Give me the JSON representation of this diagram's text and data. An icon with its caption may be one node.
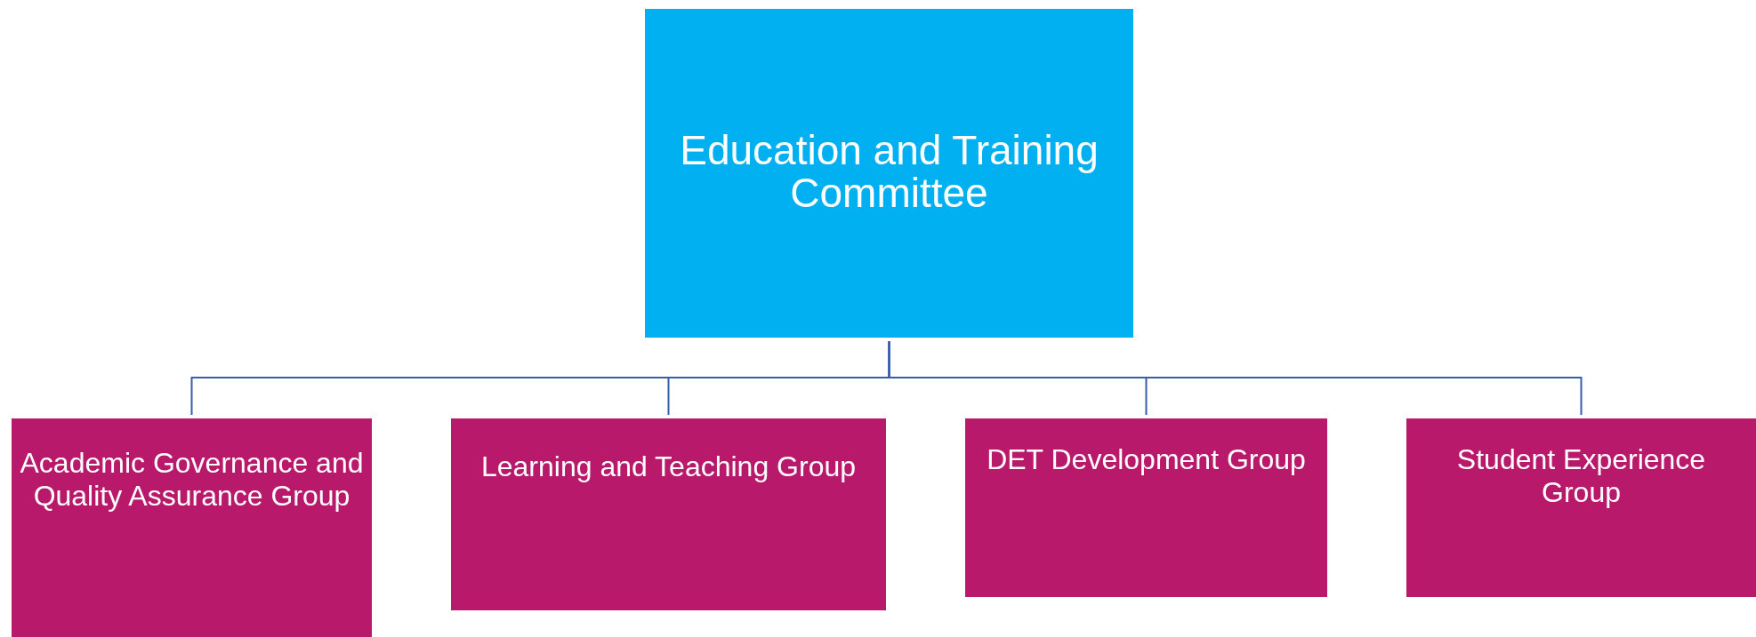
{
  "diagram": {
    "nodes": [
      {
        "text": [
          "Education and Training Committee"
        ]
      },
      {
        "text": [
          "Academic Governance and Quality Assurance Group"
        ]
      },
      {
        "text": [
          "Learning and Teaching Group"
        ]
      },
      {
        "text": [
          "DET Development Group"
        ]
      },
      {
        "text": [
          "Student Experience Group"
        ]
      }
    ],
    "edges": [
      {
        "from": 0,
        "to": 1,
        "arrow": "none"
      },
      {
        "from": 0,
        "to": 2,
        "arrow": "none"
      },
      {
        "from": 0,
        "to": 3,
        "arrow": "none"
      },
      {
        "from": 0,
        "to": 4,
        "arrow": "none"
      }
    ]
  }
}
